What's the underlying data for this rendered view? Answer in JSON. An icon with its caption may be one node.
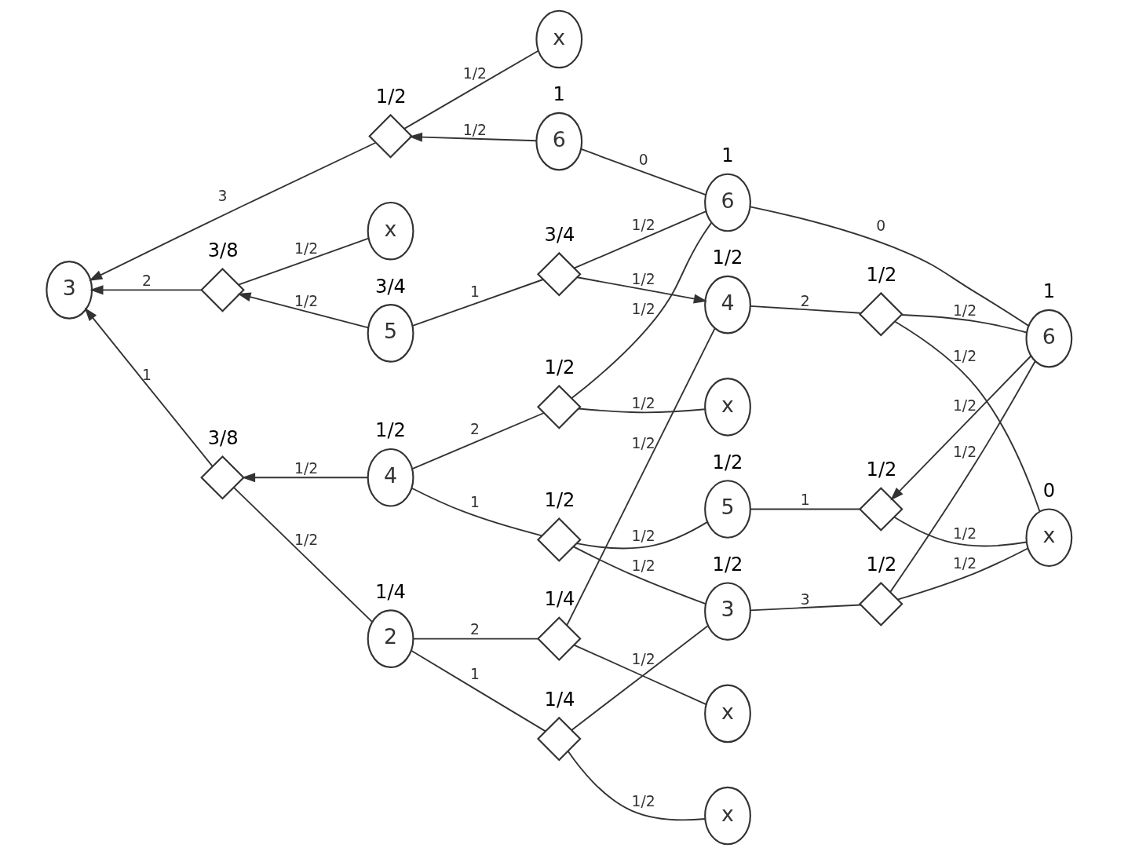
{
  "diagram": {
    "nodes": [
      {
        "text": [
          "3"
        ]
      },
      {
        "text": [],
        "shape": "diamond",
        "beside": [
          "1/2"
        ]
      },
      {
        "text": [],
        "shape": "diamond",
        "beside": [
          "3/8"
        ]
      },
      {
        "text": [],
        "shape": "diamond",
        "beside": [
          "3/8"
        ]
      },
      {
        "text": [
          "x"
        ]
      },
      {
        "text": [
          "x"
        ]
      },
      {
        "text": [
          "6"
        ],
        "beside": [
          "1"
        ]
      },
      {
        "text": [
          "5"
        ],
        "beside": [
          "3/4"
        ]
      },
      {
        "text": [
          "4"
        ],
        "beside": [
          "1/2"
        ]
      },
      {
        "text": [
          "2"
        ],
        "beside": [
          "1/4"
        ]
      },
      {
        "text": [],
        "shape": "diamond",
        "beside": [
          "3/4"
        ]
      },
      {
        "text": [],
        "shape": "diamond",
        "beside": [
          "1/2"
        ]
      },
      {
        "text": [
          "x"
        ]
      },
      {
        "text": [],
        "shape": "diamond",
        "beside": [
          "1/2"
        ]
      },
      {
        "text": [],
        "shape": "diamond",
        "beside": [
          "1/4"
        ]
      },
      {
        "text": [
          "x"
        ]
      },
      {
        "text": [],
        "shape": "diamond",
        "beside": [
          "1/4"
        ]
      },
      {
        "text": [
          "x"
        ]
      },
      {
        "text": [
          "6"
        ],
        "beside": [
          "1"
        ]
      },
      {
        "text": [
          "5"
        ],
        "beside": [
          "1/2"
        ]
      },
      {
        "text": [
          "4"
        ],
        "beside": [
          "1/2"
        ]
      },
      {
        "text": [
          "3"
        ],
        "beside": [
          "1/2"
        ]
      },
      {
        "text": [],
        "shape": "diamond",
        "beside": [
          "1/2"
        ]
      },
      {
        "text": [],
        "shape": "diamond",
        "beside": [
          "1/2"
        ]
      },
      {
        "text": [],
        "shape": "diamond",
        "beside": [
          "1/2"
        ]
      },
      {
        "text": [
          "6"
        ],
        "beside": [
          "1"
        ]
      },
      {
        "text": [
          "x"
        ],
        "beside": [
          "0"
        ]
      }
    ],
    "edges": [
      {
        "from": 1,
        "to": 0,
        "label": "3",
        "arrow": "to"
      },
      {
        "from": 2,
        "to": 0,
        "label": "2",
        "arrow": "to"
      },
      {
        "from": 3,
        "to": 0,
        "label": "1",
        "arrow": "to"
      },
      {
        "from": 6,
        "to": 1,
        "label": "1/2",
        "arrow": "to"
      },
      {
        "from": 1,
        "to": 4,
        "label": "1/2",
        "arrow": "none"
      },
      {
        "from": 7,
        "to": 2,
        "label": "1/2",
        "arrow": "to"
      },
      {
        "from": 2,
        "to": 5,
        "label": "1/2",
        "arrow": "none"
      },
      {
        "from": 8,
        "to": 3,
        "label": "1/2",
        "arrow": "to"
      },
      {
        "from": 3,
        "to": 9,
        "label": "1/2",
        "arrow": "none"
      },
      {
        "from": 6,
        "to": 18,
        "label": "0",
        "arrow": "none"
      },
      {
        "from": 7,
        "to": 10,
        "label": "1",
        "arrow": "none"
      },
      {
        "from": 10,
        "to": 18,
        "label": "1/2",
        "arrow": "none"
      },
      {
        "from": 10,
        "to": 20,
        "label": "1/2",
        "arrow": "to"
      },
      {
        "from": 8,
        "to": 11,
        "label": "2",
        "arrow": "none"
      },
      {
        "from": 11,
        "to": 18,
        "label": "1/2",
        "arrow": "none"
      },
      {
        "from": 11,
        "to": 12,
        "label": "1/2",
        "arrow": "none"
      },
      {
        "from": 8,
        "to": 13,
        "label": "1",
        "arrow": "none"
      },
      {
        "from": 13,
        "to": 19,
        "label": "1/2",
        "arrow": "none"
      },
      {
        "from": 13,
        "to": 21,
        "label": "1/2",
        "arrow": "none"
      },
      {
        "from": 9,
        "to": 14,
        "label": "2",
        "arrow": "none"
      },
      {
        "from": 14,
        "to": 20,
        "label": "1/2",
        "arrow": "none"
      },
      {
        "from": 14,
        "to": 15,
        "arrow": "none"
      },
      {
        "from": 9,
        "to": 16,
        "label": "1",
        "arrow": "none"
      },
      {
        "from": 16,
        "to": 21,
        "label": "1/2",
        "arrow": "none"
      },
      {
        "from": 16,
        "to": 17,
        "label": "1/2",
        "arrow": "none"
      },
      {
        "from": 18,
        "to": 25,
        "label": "0",
        "arrow": "none"
      },
      {
        "from": 19,
        "to": 22,
        "label": "1",
        "arrow": "none"
      },
      {
        "from": 25,
        "to": 22,
        "label": "1/2",
        "arrow": "to"
      },
      {
        "from": 22,
        "to": 26,
        "label": "1/2",
        "arrow": "none"
      },
      {
        "from": 20,
        "to": 23,
        "label": "2",
        "arrow": "none"
      },
      {
        "from": 23,
        "to": 25,
        "label": "1/2",
        "arrow": "none"
      },
      {
        "from": 23,
        "to": 26,
        "label": "1/2",
        "arrow": "none"
      },
      {
        "from": 21,
        "to": 24,
        "label": "3",
        "arrow": "none"
      },
      {
        "from": 24,
        "to": 25,
        "label": "1/2",
        "arrow": "none"
      },
      {
        "from": 24,
        "to": 26,
        "label": "1/2",
        "arrow": "none"
      }
    ]
  }
}
